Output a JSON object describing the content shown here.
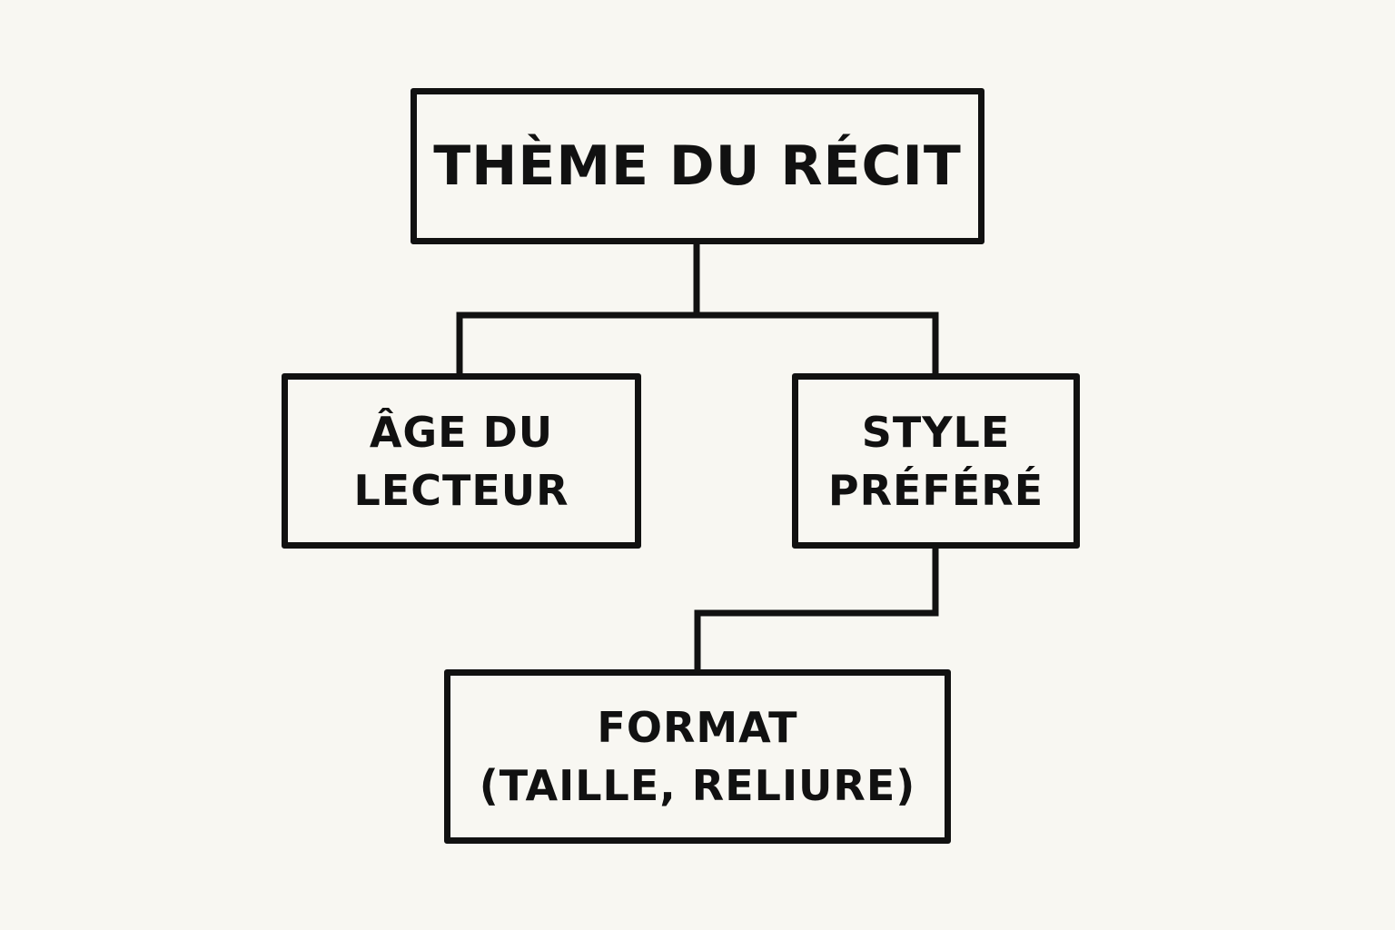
{
  "nodes": {
    "theme": {
      "lines": [
        "THÈME DU RÉCIT"
      ]
    },
    "age": {
      "lines": [
        "ÂGE DU",
        "LECTEUR"
      ]
    },
    "style": {
      "lines": [
        "STYLE",
        "PRÉFÉRÉ"
      ]
    },
    "format": {
      "lines": [
        "FORMAT",
        "(TAILLE, RELIURE)"
      ]
    }
  },
  "edges": [
    {
      "from": "theme",
      "to": "age"
    },
    {
      "from": "theme",
      "to": "style"
    },
    {
      "from": "style",
      "to": "format"
    }
  ],
  "colors": {
    "background": "#f8f7f2",
    "stroke": "#111111",
    "text": "#111111"
  }
}
